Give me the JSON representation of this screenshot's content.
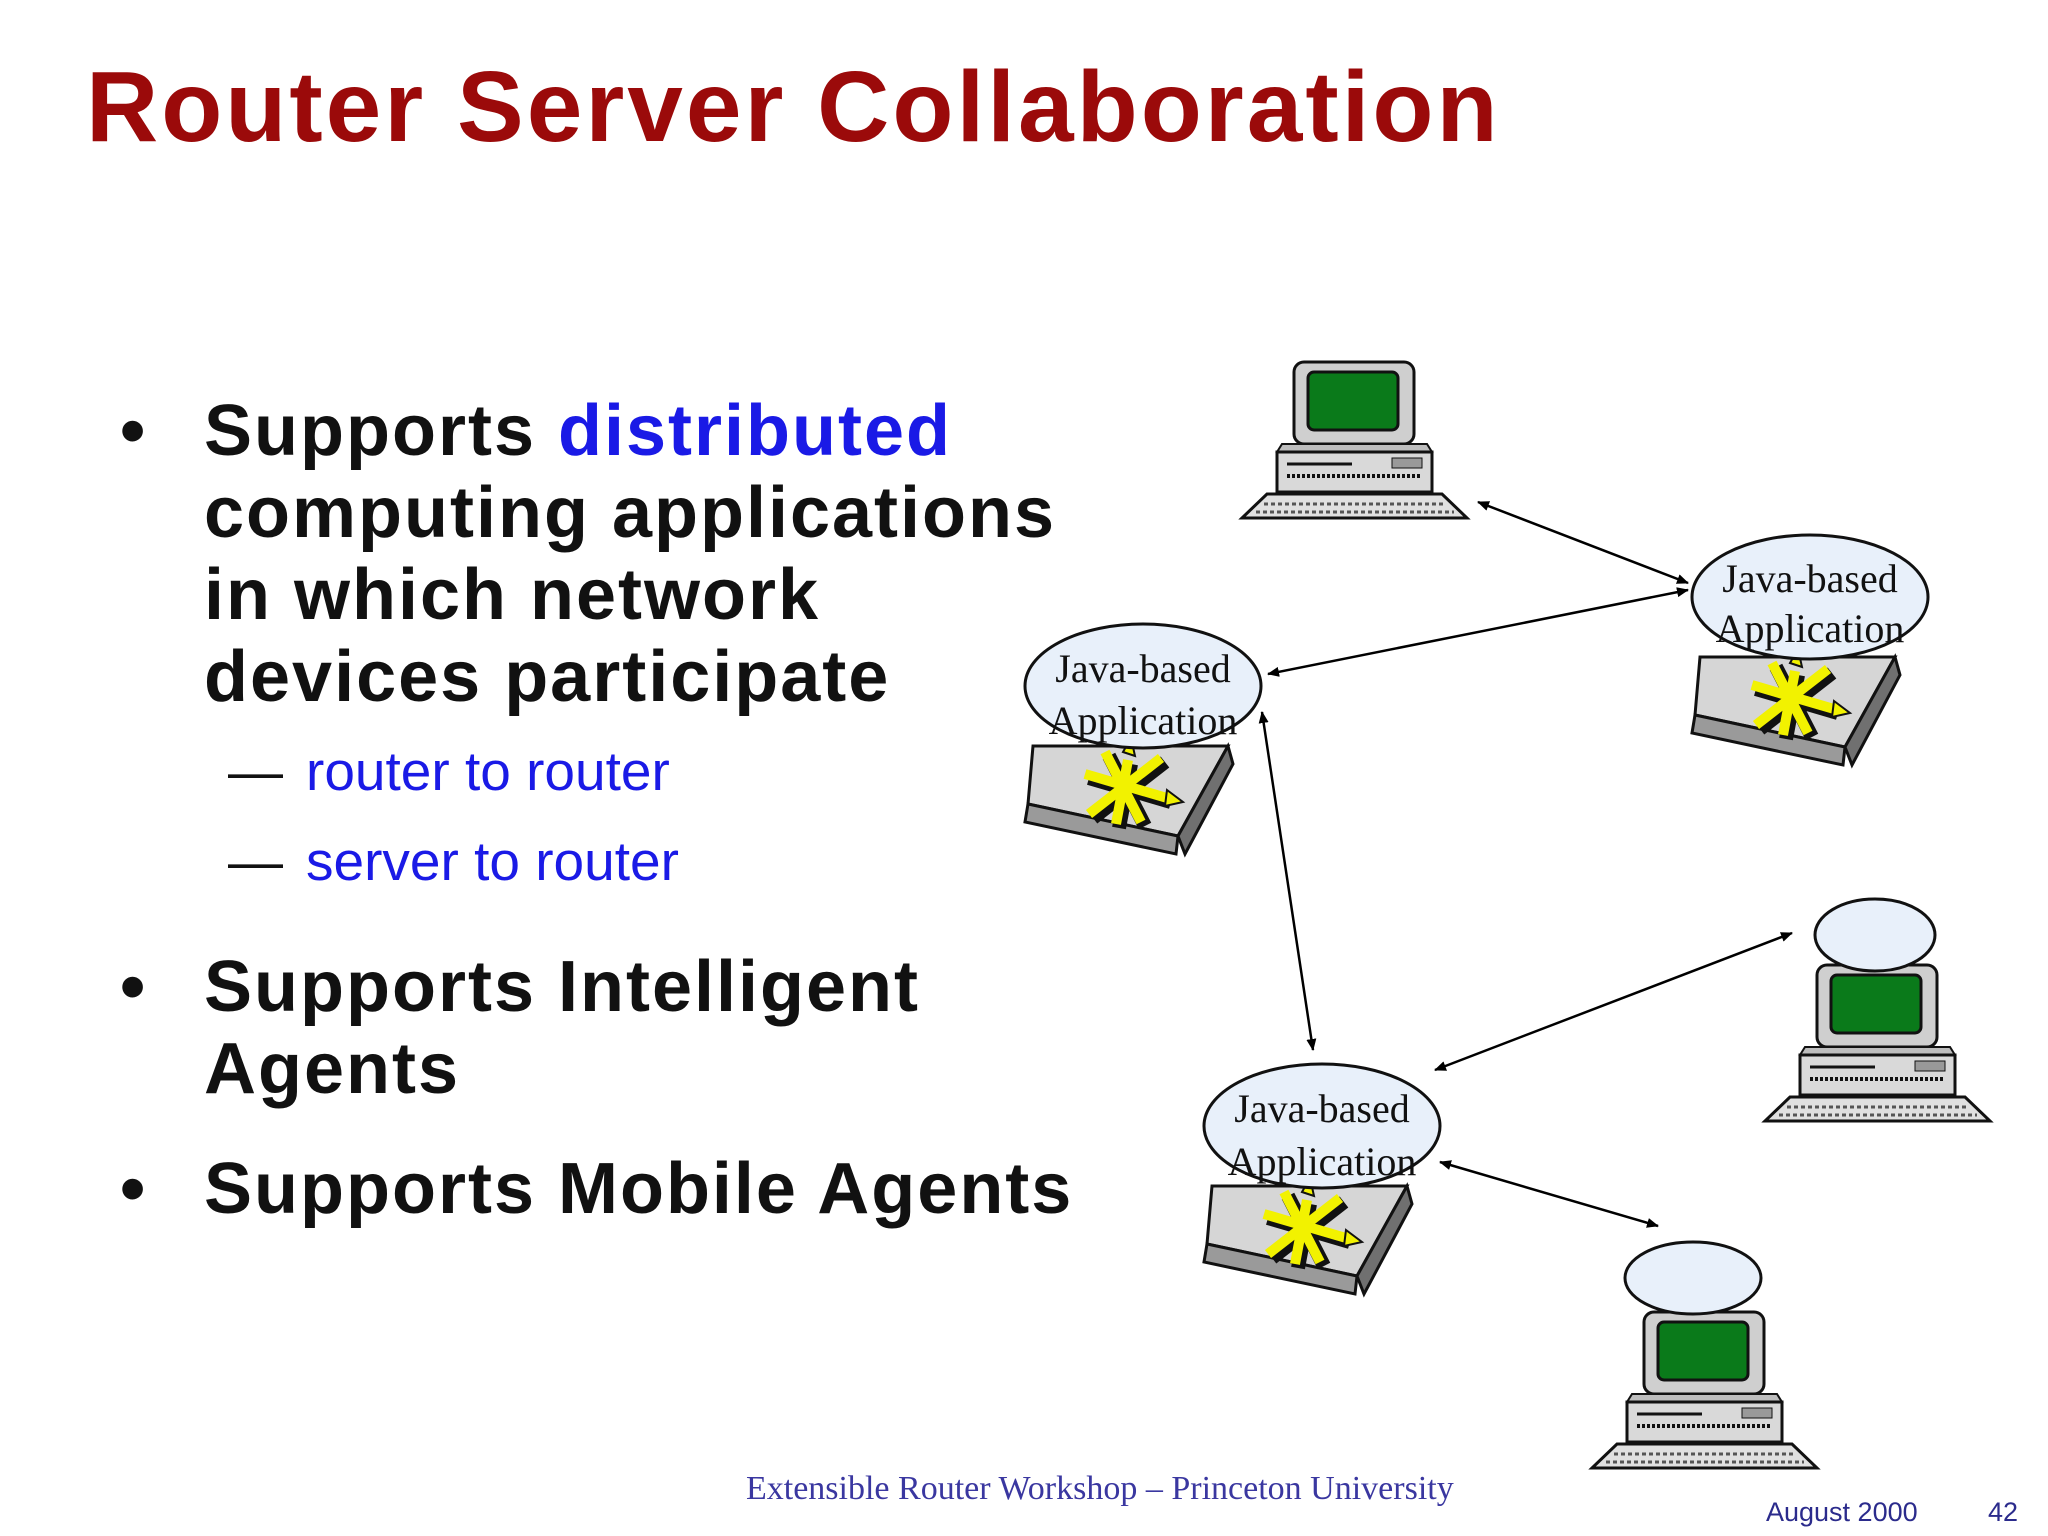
{
  "title": "Router Server Collaboration",
  "bullets": {
    "b1_pre": "Supports ",
    "b1_hl": "distributed",
    "b1_rest_1": "computing applications",
    "b1_rest_2": "in which network",
    "b1_rest_3": "devices participate",
    "sub1": "router to router",
    "sub2": "server to router",
    "b2_line1": "Supports Intelligent",
    "b2_line2": "Agents",
    "b3": "Supports Mobile Agents",
    "bullet_glyph": "•",
    "dash_glyph": "—"
  },
  "diagram": {
    "node_label_line1": "Java-based",
    "node_label_line2": "Application",
    "router_icon": "router-switch-icon",
    "computer_icon": "desktop-computer-icon",
    "colors": {
      "bubble": "#e8f0fa",
      "screen": "#0a7a1a",
      "router_star": "#f2f200",
      "router_body": "#d0d0d0"
    }
  },
  "footer": {
    "text": "Extensible Router Workshop – Princeton University",
    "date": "August  2000",
    "page": "42"
  }
}
